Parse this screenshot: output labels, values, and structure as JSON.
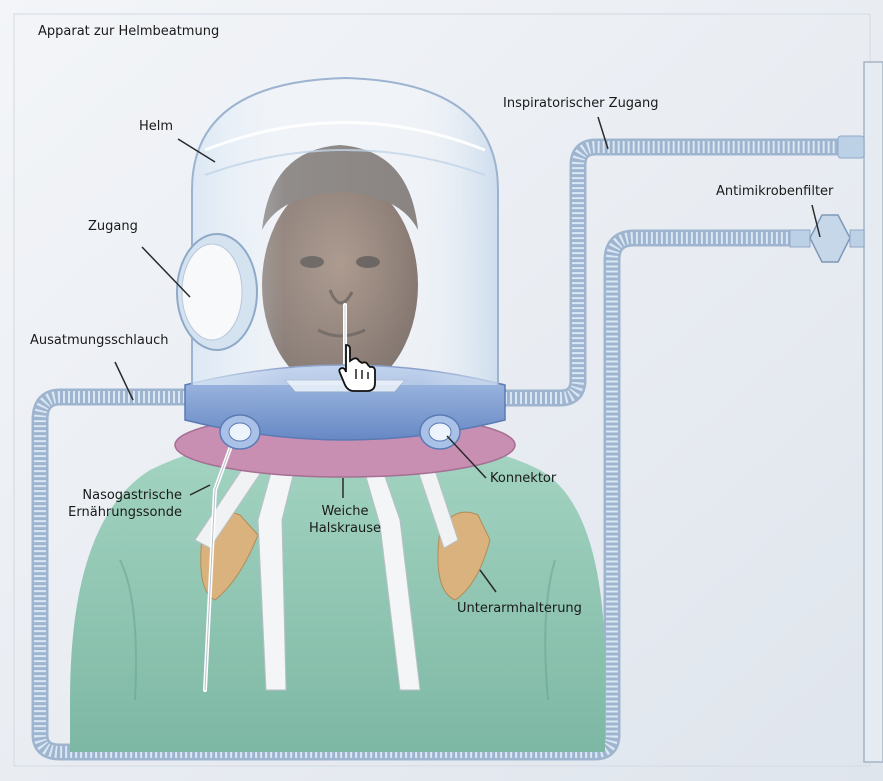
{
  "title": "Apparat zur Helmbeatmung",
  "labels": {
    "helm": "Helm",
    "zugang": "Zugang",
    "ausatmung": "Ausatmungsschlauch",
    "inspiratorisch": "Inspiratorischer Zugang",
    "filter": "Antimikrobenfilter",
    "konnektor": "Konnektor",
    "sonde_line1": "Nasogastrische",
    "sonde_line2": "Ernährungssonde",
    "halskrause_line1": "Weiche",
    "halskrause_line2": "Halskrause",
    "unterarm": "Unterarmhalterung"
  },
  "colors": {
    "background": "#e8ecf2",
    "tube": "#c9d9ec",
    "tube_dark": "#8fa9c8",
    "gown": "#8fc7b5",
    "collar_ring": "#7f9ed4",
    "soft_collar": "#c98fb3",
    "skin": "#6b5446",
    "forearm_rest": "#d9b27e"
  }
}
